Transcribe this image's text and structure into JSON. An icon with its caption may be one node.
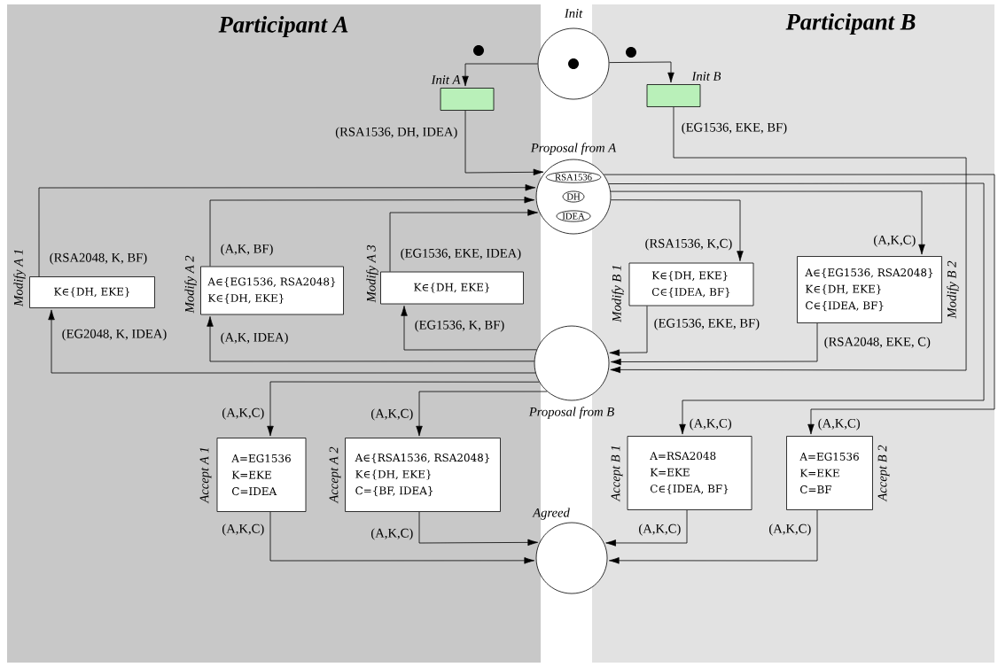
{
  "diagram": {
    "nodes": [
      {
        "text": [
          "Participant A"
        ]
      },
      {
        "text": [
          "Participant B"
        ]
      },
      {
        "text": [
          "Init"
        ]
      },
      {
        "text": [
          "Init A"
        ],
        "in": 0
      },
      {
        "text": [
          "Init B"
        ],
        "in": 1
      },
      {
        "text": [
          "Proposal from A",
          "RSA1536",
          "DH",
          "IDEA"
        ]
      },
      {
        "text": [
          "Modify A 1",
          "K∈{DH, EKE}"
        ],
        "in": 0
      },
      {
        "text": [
          "Modify A 2",
          "A∈{EG1536, RSA2048}",
          "K∈{DH, EKE}"
        ],
        "in": 0
      },
      {
        "text": [
          "Modify A 3",
          "K∈{DH, EKE}"
        ],
        "in": 0
      },
      {
        "text": [
          "Modify B 1",
          "K∈{DH, EKE}",
          "C∈{IDEA, BF}"
        ],
        "in": 1
      },
      {
        "text": [
          "Modify B 2",
          "A∈{EG1536, RSA2048}",
          "K∈{DH, EKE}",
          "C∈{IDEA, BF}"
        ],
        "in": 1
      },
      {
        "text": [
          "Proposal from B"
        ]
      },
      {
        "text": [
          "Accept A 1",
          "A=EG1536",
          "K=EKE",
          "C=IDEA"
        ],
        "in": 0
      },
      {
        "text": [
          "Accept A 2",
          "A∈{RSA1536, RSA2048}",
          "K∈{DH, EKE}",
          "C={BF, IDEA}"
        ],
        "in": 0
      },
      {
        "text": [
          "Accept B 1",
          "A=RSA2048",
          "K=EKE",
          "C∈{IDEA, BF}"
        ],
        "in": 1
      },
      {
        "text": [
          "Accept B 2",
          "A=EG1536",
          "K=EKE",
          "C=BF"
        ],
        "in": 1
      },
      {
        "text": [
          "Agreed"
        ]
      }
    ],
    "edges": [
      {
        "from": 2,
        "to": 3,
        "arrow": "to"
      },
      {
        "from": 2,
        "to": 4,
        "arrow": "to"
      },
      {
        "from": 3,
        "to": 5,
        "arrow": "to",
        "label": "(RSA1536, DH, IDEA)"
      },
      {
        "from": 4,
        "to": 11,
        "arrow": "to",
        "label": "(EG1536, EKE, BF)"
      },
      {
        "from": 5,
        "to": 9,
        "arrow": "to",
        "label": "(RSA1536, K,C)"
      },
      {
        "from": 5,
        "to": 10,
        "arrow": "to",
        "label": "(A,K,C)"
      },
      {
        "from": 5,
        "to": 14,
        "arrow": "to",
        "label": "(A,K,C)"
      },
      {
        "from": 5,
        "to": 15,
        "arrow": "to",
        "label": "(A,K,C)"
      },
      {
        "from": 9,
        "to": 11,
        "arrow": "to",
        "label": "(EG1536, EKE, BF)"
      },
      {
        "from": 10,
        "to": 11,
        "arrow": "to",
        "label": "(RSA2048, EKE, C)"
      },
      {
        "from": 11,
        "to": 6,
        "arrow": "to",
        "label": "(EG2048, K, IDEA)"
      },
      {
        "from": 11,
        "to": 7,
        "arrow": "to",
        "label": "(A,K, IDEA)"
      },
      {
        "from": 11,
        "to": 8,
        "arrow": "to",
        "label": "(EG1536, K, BF)"
      },
      {
        "from": 6,
        "to": 5,
        "arrow": "to",
        "label": "(RSA2048, K, BF)"
      },
      {
        "from": 7,
        "to": 5,
        "arrow": "to",
        "label": "(A,K, BF)"
      },
      {
        "from": 8,
        "to": 5,
        "arrow": "to",
        "label": "(EG1536, EKE, IDEA)"
      },
      {
        "from": 11,
        "to": 12,
        "arrow": "to",
        "label": "(A,K,C)"
      },
      {
        "from": 11,
        "to": 13,
        "arrow": "to",
        "label": "(A,K,C)"
      },
      {
        "from": 12,
        "to": 16,
        "arrow": "to",
        "label": "(A,K,C)"
      },
      {
        "from": 13,
        "to": 16,
        "arrow": "to",
        "label": "(A,K,C)"
      },
      {
        "from": 14,
        "to": 16,
        "arrow": "to",
        "label": "(A,K,C)"
      },
      {
        "from": 15,
        "to": 16,
        "arrow": "to",
        "label": "(A,K,C)"
      }
    ]
  }
}
